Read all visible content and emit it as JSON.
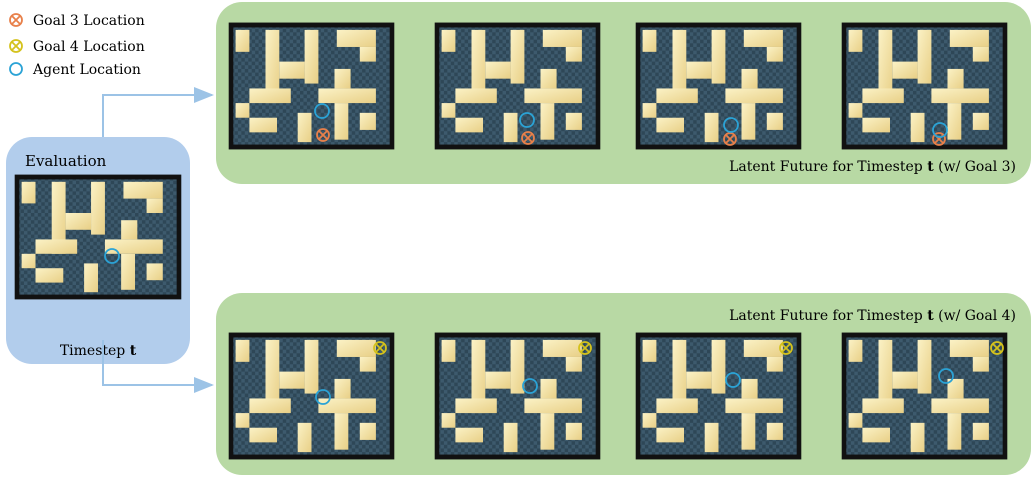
{
  "legend": {
    "items": [
      {
        "label": "Goal 3 Location",
        "icon": "goal-3-marker-icon",
        "color": "#e8804a"
      },
      {
        "label": "Goal 4 Location",
        "icon": "goal-4-marker-icon",
        "color": "#d4c21c"
      },
      {
        "label": "Agent Location",
        "icon": "agent-marker-icon",
        "color": "#2ba3d6"
      }
    ]
  },
  "evaluation": {
    "title": "Evaluation",
    "caption_prefix": "Timestep ",
    "caption_bold": "t"
  },
  "panel_goal3": {
    "caption_prefix": "Latent Future for Timestep ",
    "caption_bold": "t",
    "caption_suffix": " (w/ Goal 3)"
  },
  "panel_goal4": {
    "caption_prefix": "Latent Future for Timestep ",
    "caption_bold": "t",
    "caption_suffix": " (w/ Goal 4)"
  },
  "colors": {
    "panel_green": "#b8d9a4",
    "eval_blue": "#b2cdec",
    "arrow_blue": "#9cc3e6",
    "maze_bg": "#3a5568",
    "maze_wall": "#f6e6a6",
    "maze_frame": "#1a1a1a"
  }
}
